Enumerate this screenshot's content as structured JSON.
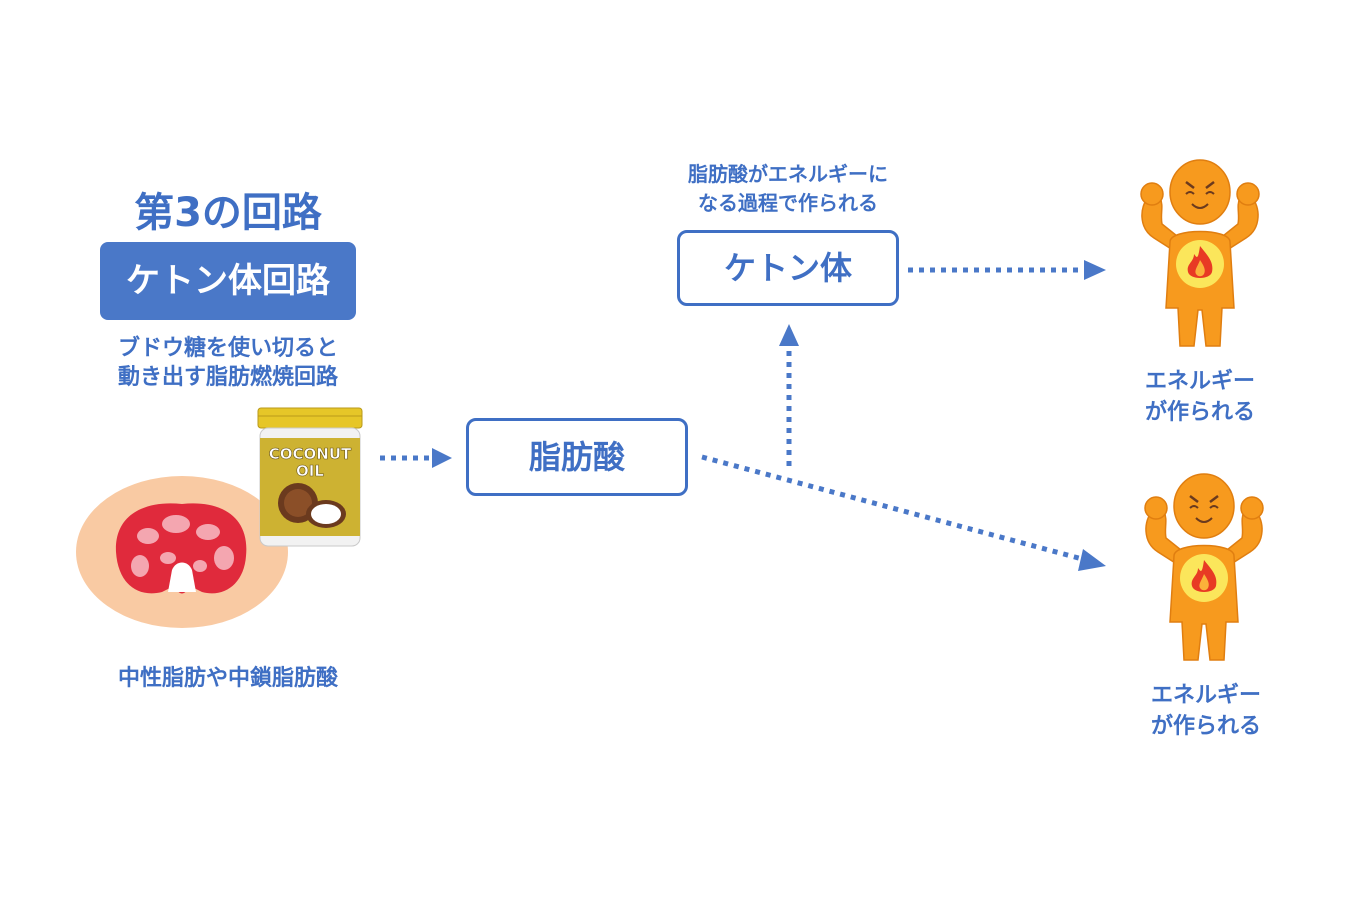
{
  "title": "第3の回路",
  "pathway_label": "ケトン体回路",
  "subtitle_line1": "ブドウ糖を使い切ると",
  "subtitle_line2": "動き出す脂肪燃焼回路",
  "source_label": "中性脂肪や中鎖脂肪酸",
  "coconut_jar": {
    "line1": "COCONUT",
    "line2": "OIL"
  },
  "nodes": {
    "fatty_acid": "脂肪酸",
    "ketone": "ケトン体"
  },
  "process_note_line1": "脂肪酸がエネルギーに",
  "process_note_line2": "なる過程で作られる",
  "energy_top_line1": "エネルギー",
  "energy_top_line2": "が作られる",
  "energy_bottom_line1": "エネルギー",
  "energy_bottom_line2": "が作られる",
  "colors": {
    "accent": "#3f6fc4",
    "badge_bg": "#4a78c8",
    "figure_body": "#f79a1e",
    "flame": "#e83a24",
    "jar_lid": "#e6c628"
  },
  "icons": [
    "coconut-oil-jar-icon",
    "belly-fat-cross-section-icon",
    "energetic-person-icon",
    "flame-icon"
  ]
}
